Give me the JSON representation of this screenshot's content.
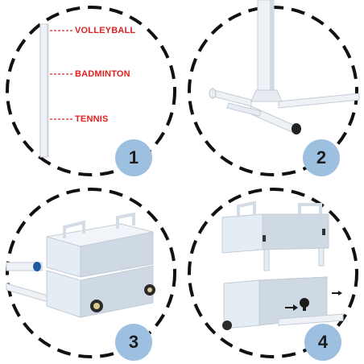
{
  "panels": [
    {
      "step": "1",
      "height_labels": {
        "top": "VOLLEYBALL",
        "middle": "BADMINTON",
        "bottom": "TENNIS"
      }
    },
    {
      "step": "2"
    },
    {
      "step": "3"
    },
    {
      "step": "4"
    }
  ],
  "colors": {
    "dashed_circle": "#111111",
    "badge": "#9dbfe0",
    "label_red": "#e02020",
    "box_face": "#e4ecf4",
    "box_side": "#cfd9e4",
    "box_top": "#f1f5f9"
  },
  "icons": [
    "dashed-circle-outline",
    "arrow-icon"
  ]
}
